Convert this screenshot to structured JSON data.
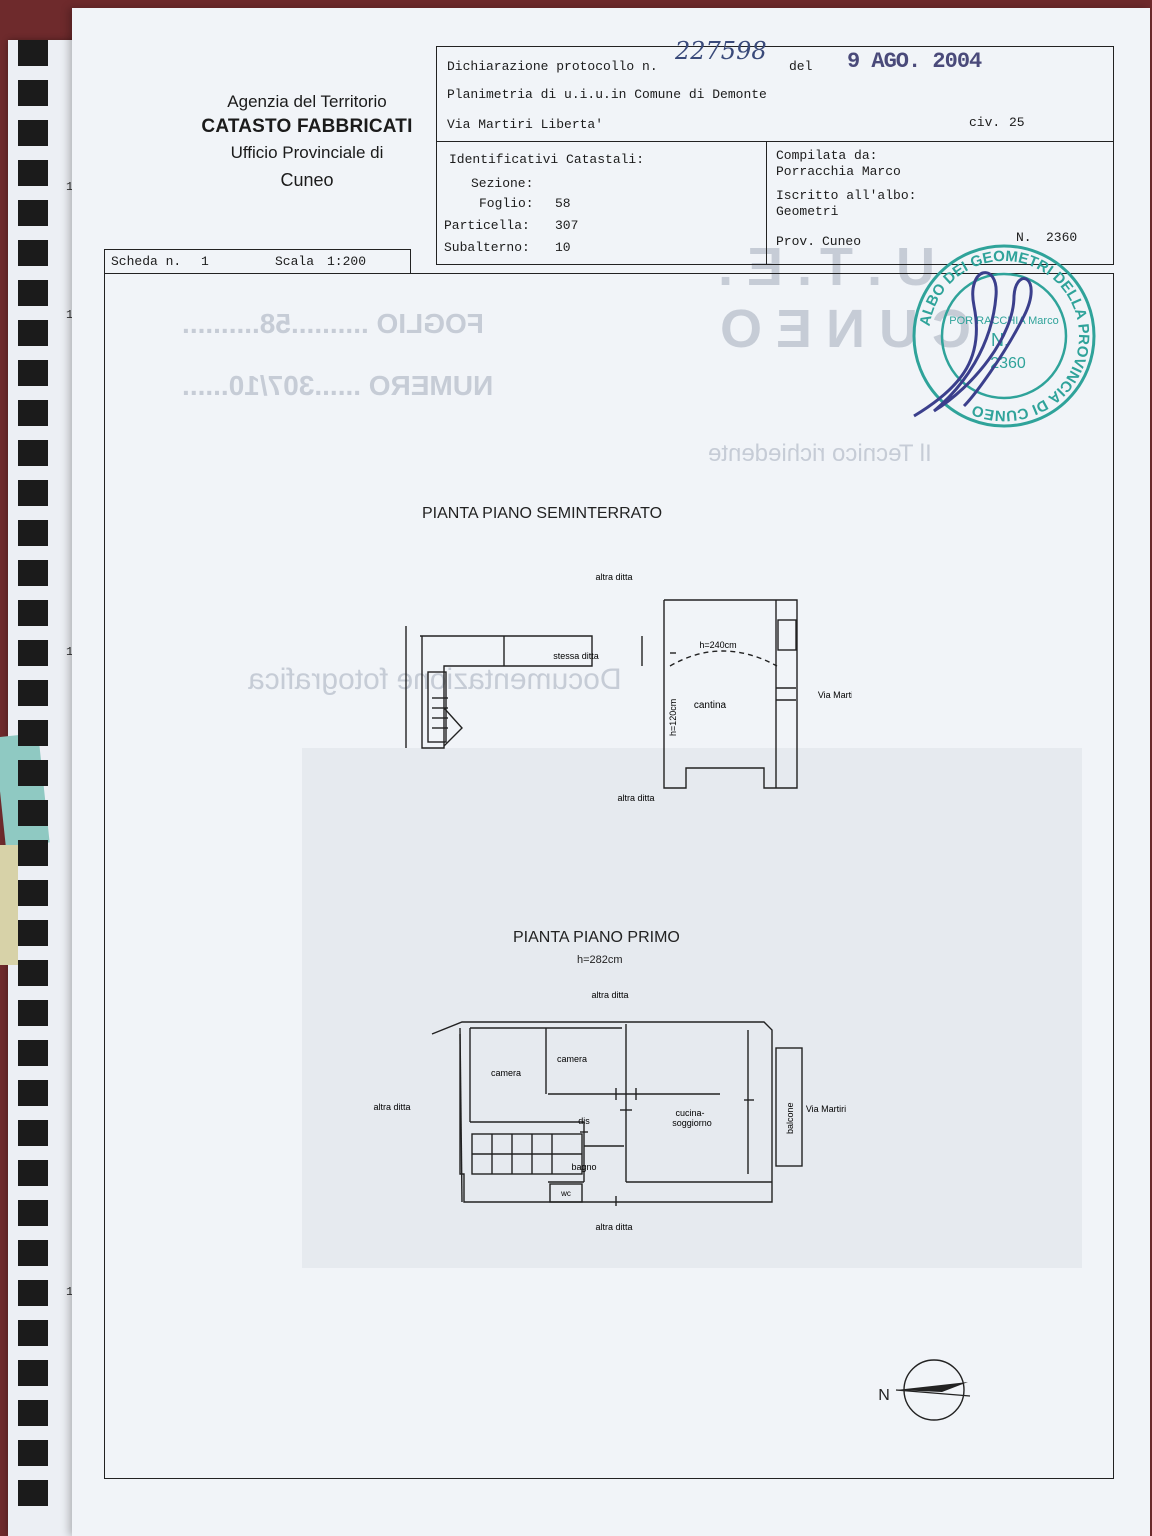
{
  "left_page": {
    "line_marks": [
      "1",
      "1",
      "1.",
      "1."
    ]
  },
  "header": {
    "agency": "Agenzia del Territorio",
    "catasto": "CATASTO FABBRICATI",
    "ufficio": "Ufficio Provinciale di",
    "city": "Cuneo"
  },
  "declaration": {
    "label": "Dichiarazione protocollo n.",
    "number": "227598",
    "del_label": "del",
    "date": "9 AGO. 2004",
    "planimetria": "Planimetria di u.i.u.in Comune di Demonte",
    "address": "Via Martiri Liberta'",
    "civ_label": "civ.",
    "civ": "25"
  },
  "identifiers": {
    "title": "Identificativi Catastali:",
    "sezione_label": "Sezione:",
    "sezione": "",
    "foglio_label": "Foglio:",
    "foglio": "58",
    "particella_label": "Particella:",
    "particella": "307",
    "subalterno_label": "Subalterno:",
    "subalterno": "10"
  },
  "compiled": {
    "label": "Compilata da:",
    "name": "Porracchia Marco",
    "albo_label": "Iscritto all'albo:",
    "albo": "Geometri",
    "prov_label": "Prov.",
    "prov": "Cuneo",
    "n_label": "N.",
    "n": "2360"
  },
  "scheda": {
    "label": "Scheda n.",
    "number": "1",
    "scala_label": "Scala",
    "scala": "1:200"
  },
  "stamp": {
    "ring_text": "ALBO DEI GEOMETRI DELLA PROVINCIA DI CUNEO",
    "inner_name": "POR RACCHIA Marco",
    "n_label": "N.",
    "number": "2360",
    "color": "#2fa39a"
  },
  "ghost_text": {
    "foglio": "FOGLIO ..........58..........",
    "numero": "NUMERO ......307/10......",
    "tecnico": "Il Tecnico richiedente",
    "uffi": "U.T.E.",
    "cuneo": "CUNEO",
    "documento": "Documentazione fotografica"
  },
  "plan_basement": {
    "title": "PIANTA PIANO SEMINTERRATO",
    "north_label": "altra ditta",
    "south_label": "altra ditta",
    "stessa_ditta": "stessa ditta",
    "height": "h=240cm",
    "height_side": "h=120cm",
    "room": "cantina",
    "street": "Via Martiri"
  },
  "plan_first": {
    "title": "PIANTA PIANO PRIMO",
    "height": "h=282cm",
    "north_label": "altra ditta",
    "south_label": "altra ditta",
    "west_label": "altra ditta",
    "street": "Via Martiri",
    "rooms": {
      "camera1": "camera",
      "camera2": "camera",
      "dis": "dis",
      "cucina_1": "cucina-",
      "cucina_2": "soggiorno",
      "bagno": "bagno",
      "wc": "wc",
      "balcone": "balcone"
    }
  },
  "north_arrow": {
    "label": "N"
  }
}
